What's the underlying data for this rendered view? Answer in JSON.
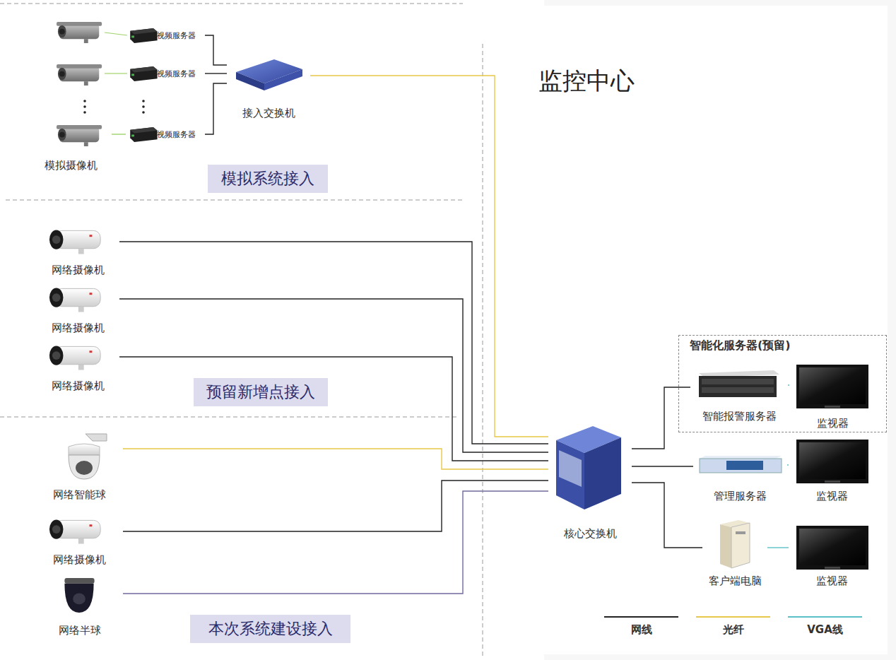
{
  "diagram": {
    "nodes": [
      {
        "text": [
          "视频服务器"
        ]
      },
      {
        "text": [
          "视频服务器"
        ]
      },
      {
        "text": [
          "视频服务器"
        ]
      },
      {
        "text": [
          "模拟摄像机"
        ]
      },
      {
        "text": [
          "接入交换机"
        ]
      },
      {
        "text": [
          "模拟系统接入"
        ]
      },
      {
        "text": [
          "网络摄像机"
        ]
      },
      {
        "text": [
          "网络摄像机"
        ]
      },
      {
        "text": [
          "网络摄像机"
        ]
      },
      {
        "text": [
          "预留新增点接入"
        ]
      },
      {
        "text": [
          "网络智能球"
        ]
      },
      {
        "text": [
          "网络摄像机"
        ]
      },
      {
        "text": [
          "网络半球"
        ]
      },
      {
        "text": [
          "本次系统建设接入"
        ]
      },
      {
        "text": [
          "核心交换机"
        ]
      },
      {
        "text": [
          "智能化服务器(预留)"
        ]
      },
      {
        "text": [
          "智能报警服务器"
        ],
        "in": 15
      },
      {
        "text": [
          "监视器"
        ],
        "in": 15
      },
      {
        "text": [
          "管理服务器"
        ]
      },
      {
        "text": [
          "监视器"
        ]
      },
      {
        "text": [
          "客户端电脑"
        ]
      },
      {
        "text": [
          "监视器"
        ]
      }
    ],
    "edges": [
      {
        "from": 0,
        "to": 4,
        "arrow": "none"
      },
      {
        "from": 1,
        "to": 4,
        "arrow": "none"
      },
      {
        "from": 2,
        "to": 4,
        "arrow": "none"
      },
      {
        "from": 3,
        "to": 2,
        "arrow": "none"
      },
      {
        "from": 4,
        "to": 14,
        "arrow": "none"
      },
      {
        "from": 6,
        "to": 14,
        "arrow": "none"
      },
      {
        "from": 7,
        "to": 14,
        "arrow": "none"
      },
      {
        "from": 8,
        "to": 14,
        "arrow": "none"
      },
      {
        "from": 10,
        "to": 14,
        "arrow": "none"
      },
      {
        "from": 11,
        "to": 14,
        "arrow": "none"
      },
      {
        "from": 12,
        "to": 14,
        "arrow": "none"
      },
      {
        "from": 14,
        "to": 16,
        "arrow": "none"
      },
      {
        "from": 14,
        "to": 18,
        "arrow": "none"
      },
      {
        "from": 14,
        "to": 20,
        "arrow": "none"
      },
      {
        "from": 16,
        "to": 17,
        "arrow": "none"
      },
      {
        "from": 18,
        "to": 19,
        "arrow": "none"
      },
      {
        "from": 20,
        "to": 21,
        "arrow": "none"
      }
    ],
    "labels": [
      "监控中心"
    ],
    "legend": [
      {
        "text": "网线"
      },
      {
        "text": "光纤"
      },
      {
        "text": "VGA线"
      }
    ]
  }
}
